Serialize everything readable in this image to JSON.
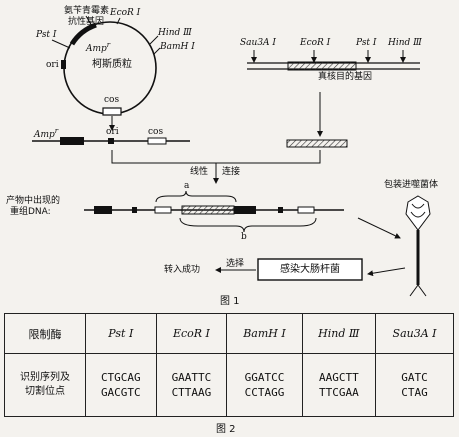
{
  "figure1": {
    "plasmid_name": "柯斯质粒",
    "resistance_gene_label_line1": "氨苄青霉素",
    "resistance_gene_label_line2": "抗性基因",
    "amp": "Amp",
    "amp_sup": "r",
    "ori": "ori",
    "cos": "cos",
    "pst": "Pst Ⅰ",
    "ecor": "EcoR Ⅰ",
    "hind": "Hind Ⅲ",
    "bamh": "BamH Ⅰ",
    "sau": "Sau3A Ⅰ",
    "target_gene": "真核目的基因",
    "linearize": "线性",
    "ligate": "连接",
    "product_label_line1": "产物中出现的",
    "product_label_line2": "重组DNA:",
    "brace_a": "a",
    "brace_b": "b",
    "package_label": "包装进噬菌体",
    "infect": "感染大肠杆菌",
    "select": "选择",
    "success": "转入成功",
    "caption": "图 1"
  },
  "figure2": {
    "caption": "图 2",
    "header": [
      "限制酶",
      "Pst Ⅰ",
      "EcoR Ⅰ",
      "BamH Ⅰ",
      "Hind Ⅲ",
      "Sau3A Ⅰ"
    ],
    "row_label_line1": "识别序列及",
    "row_label_line2": "切割位点",
    "sequences": [
      {
        "top": "CTGCAG",
        "bottom": "GACGTC"
      },
      {
        "top": "GAATTC",
        "bottom": "CTTAAG"
      },
      {
        "top": "GGATCC",
        "bottom": "CCTAGG"
      },
      {
        "top": "AAGCTT",
        "bottom": "TTCGAA"
      },
      {
        "top": "GATC",
        "bottom": "CTAG"
      }
    ]
  }
}
